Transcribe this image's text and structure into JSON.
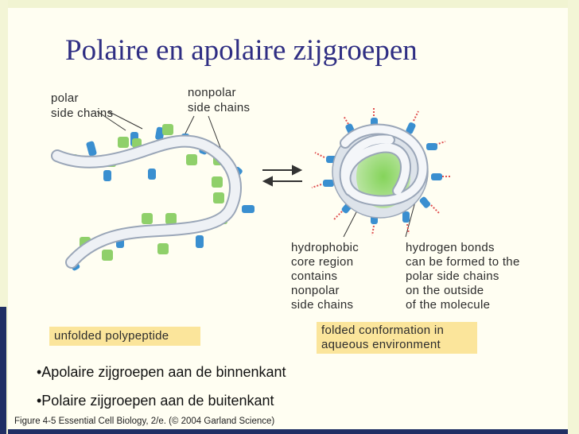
{
  "title": "Polaire en apolaire zijgroepen",
  "labels": {
    "polar_line1": "polar",
    "polar_line2": "side chains",
    "nonpolar_line1": "nonpolar",
    "nonpolar_line2": "side chains",
    "hydrophobic": [
      "hydrophobic",
      "core region",
      "contains",
      "nonpolar",
      "side chains"
    ],
    "hbonds": [
      "hydrogen bonds",
      "can be formed to the",
      "polar side chains",
      "on the outside",
      "of the molecule"
    ]
  },
  "boxes": {
    "unfolded": "unfolded polypeptide",
    "folded_line1": "folded conformation in",
    "folded_line2": "aqueous environment"
  },
  "bullets": {
    "b1": "•Apolaire zijgroepen aan de  binnenkant",
    "b2": "•Polaire zijgroepen aan de buitenkant"
  },
  "caption": "Figure 4-5  Essential Cell Biology, 2/e. (© 2004 Garland Science)",
  "colors": {
    "title": "#2f2e83",
    "polar": "#3a8fd0",
    "nonpolar": "#8fd06a",
    "chain": "#eef1f5",
    "highlight_box": "#fbe59b",
    "hbond": "#e05050"
  }
}
